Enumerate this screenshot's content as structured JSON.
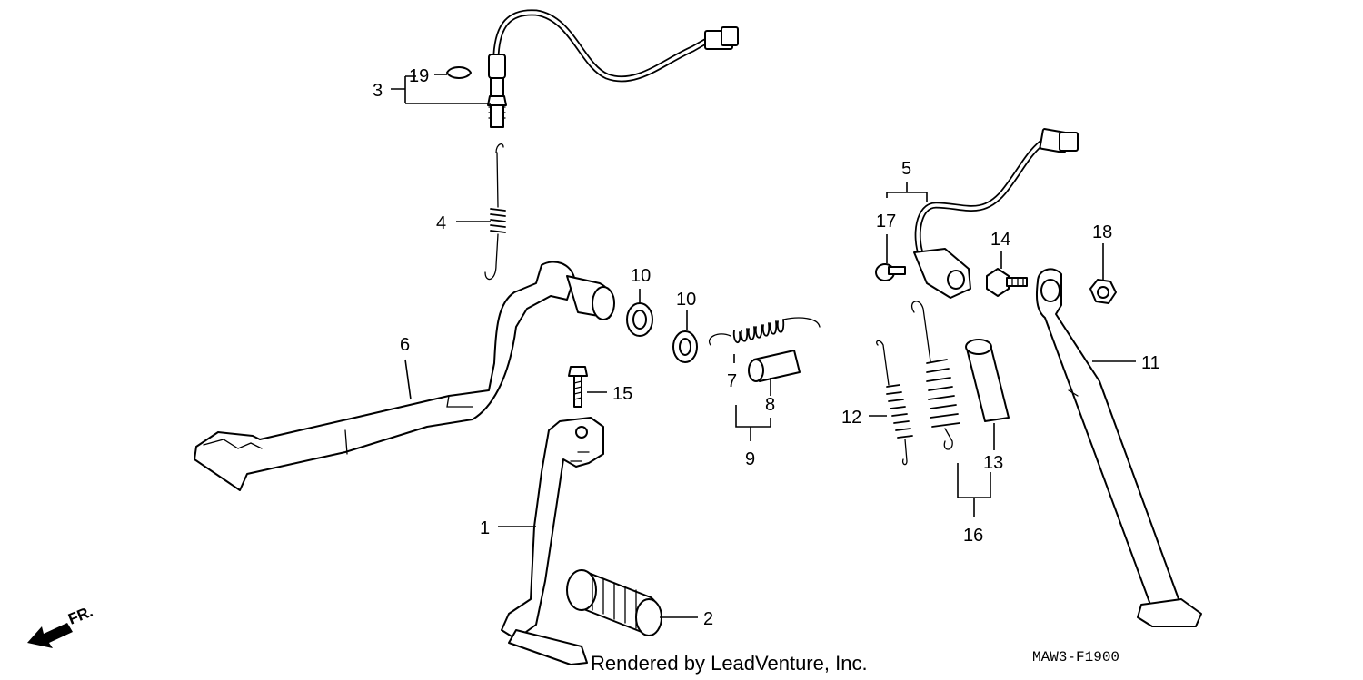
{
  "diagram": {
    "callouts": [
      "1",
      "2",
      "3",
      "4",
      "5",
      "6",
      "7",
      "8",
      "9",
      "10",
      "10",
      "11",
      "12",
      "13",
      "14",
      "15",
      "16",
      "17",
      "18",
      "19"
    ],
    "credit": "Rendered by LeadVenture, Inc.",
    "code": "MAW3-F1900",
    "direction": "FR."
  }
}
